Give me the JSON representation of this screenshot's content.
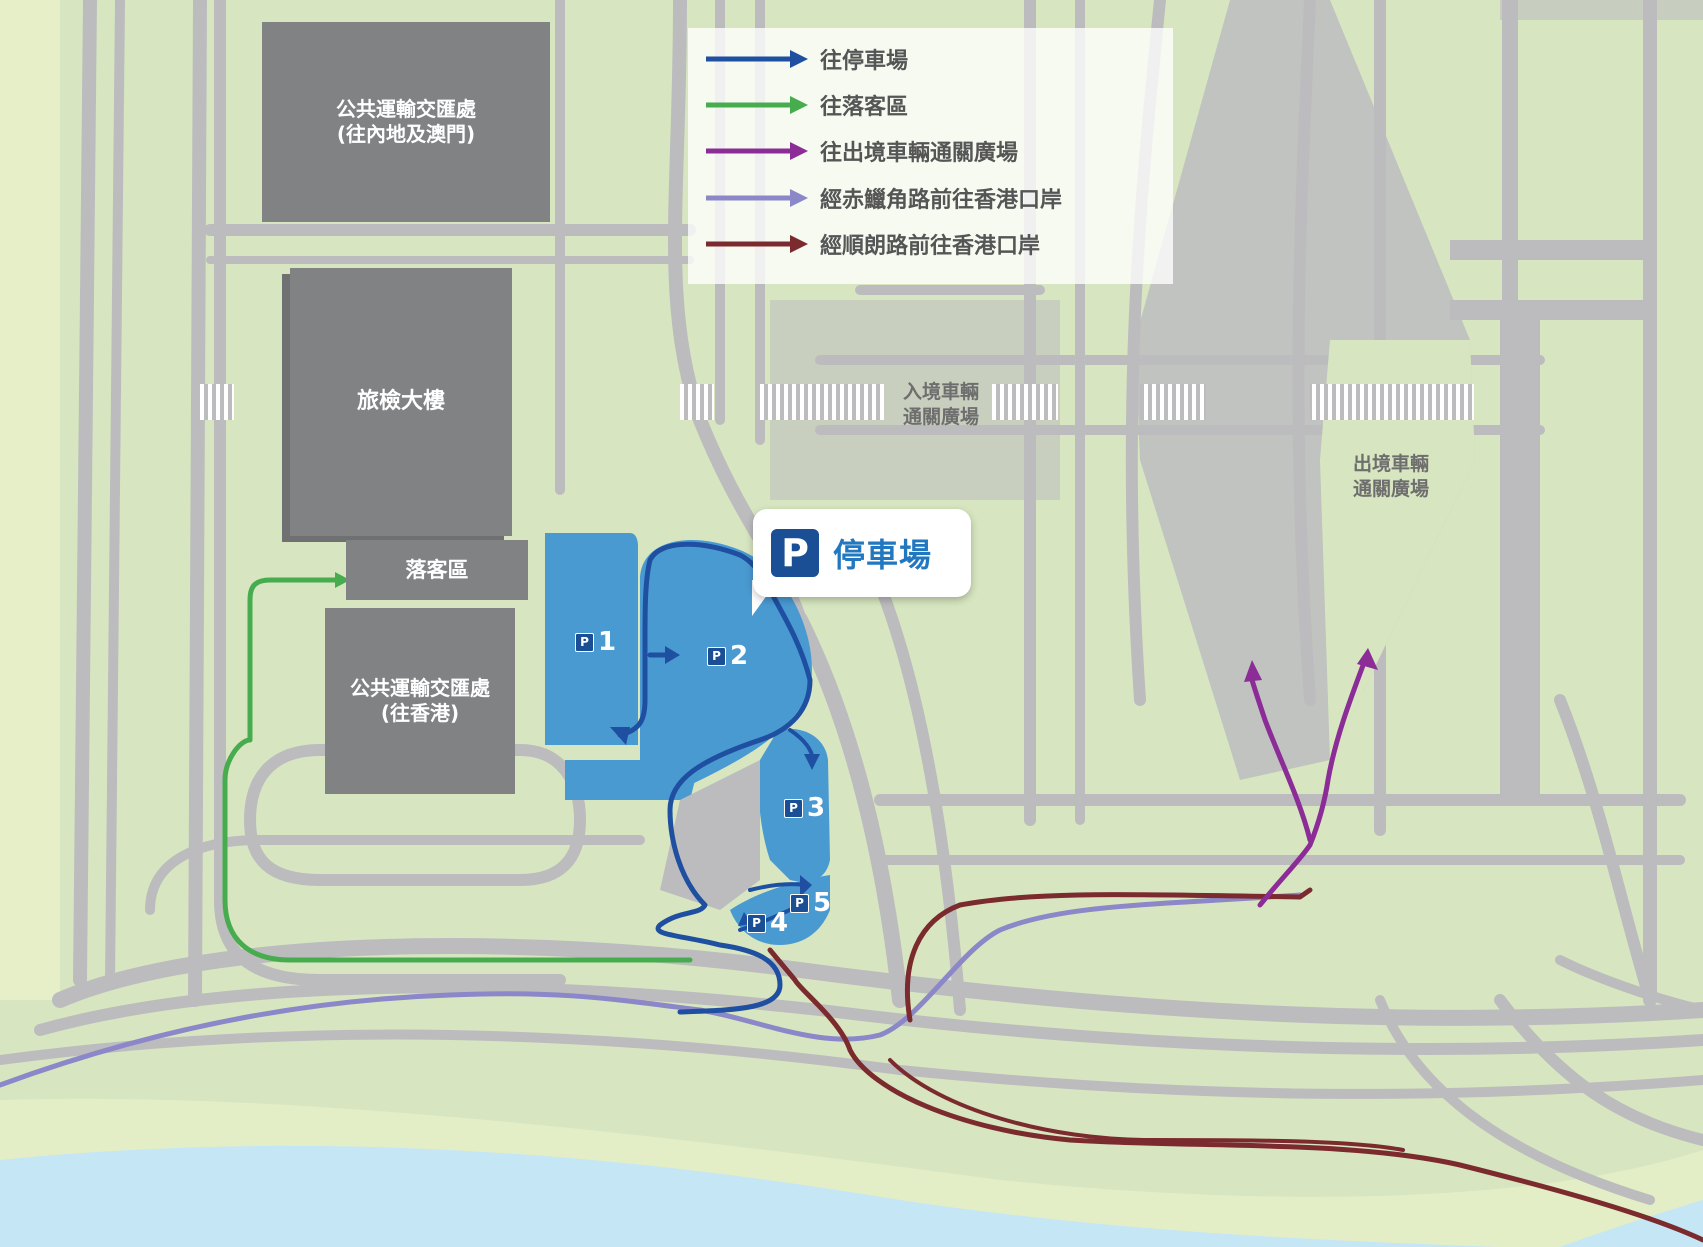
{
  "colors": {
    "route_carpark": "#1f4fa0",
    "route_dropoff": "#46ac4e",
    "route_departure_plaza": "#8c2c97",
    "route_chek_lap_kok": "#8c87c8",
    "route_shun_long": "#7b2b2e",
    "carpark_fill": "#4a9ad2",
    "building": "#818284",
    "road": "#bcbcbe",
    "land": "#d7e6c0",
    "water": "#c5e6f5"
  },
  "legend": {
    "items": [
      {
        "label": "往停車場",
        "color": "#1f4fa0"
      },
      {
        "label": "往落客區",
        "color": "#46ac4e"
      },
      {
        "label": "往出境車輛通關廣場",
        "color": "#8c2c97"
      },
      {
        "label": "經赤鱲角路前往香港口岸",
        "color": "#8c87c8"
      },
      {
        "label": "經順朗路前往香港口岸",
        "color": "#7b2b2e"
      }
    ]
  },
  "buildings": {
    "pti_mainland": "公共運輸交匯處\n(往內地及澳門)",
    "passenger_building": "旅檢大樓",
    "dropoff": "落客區",
    "pti_hk": "公共運輸交匯處\n(往香港)"
  },
  "plazas": {
    "arrival": "入境車輛\n通關廣場",
    "departure": "出境車輛\n通關廣場"
  },
  "carpark_callout": {
    "icon": "P",
    "label": "停車場"
  },
  "carparks": {
    "icon": "P",
    "p1": "1",
    "p2": "2",
    "p3": "3",
    "p4": "4",
    "p5": "5"
  }
}
